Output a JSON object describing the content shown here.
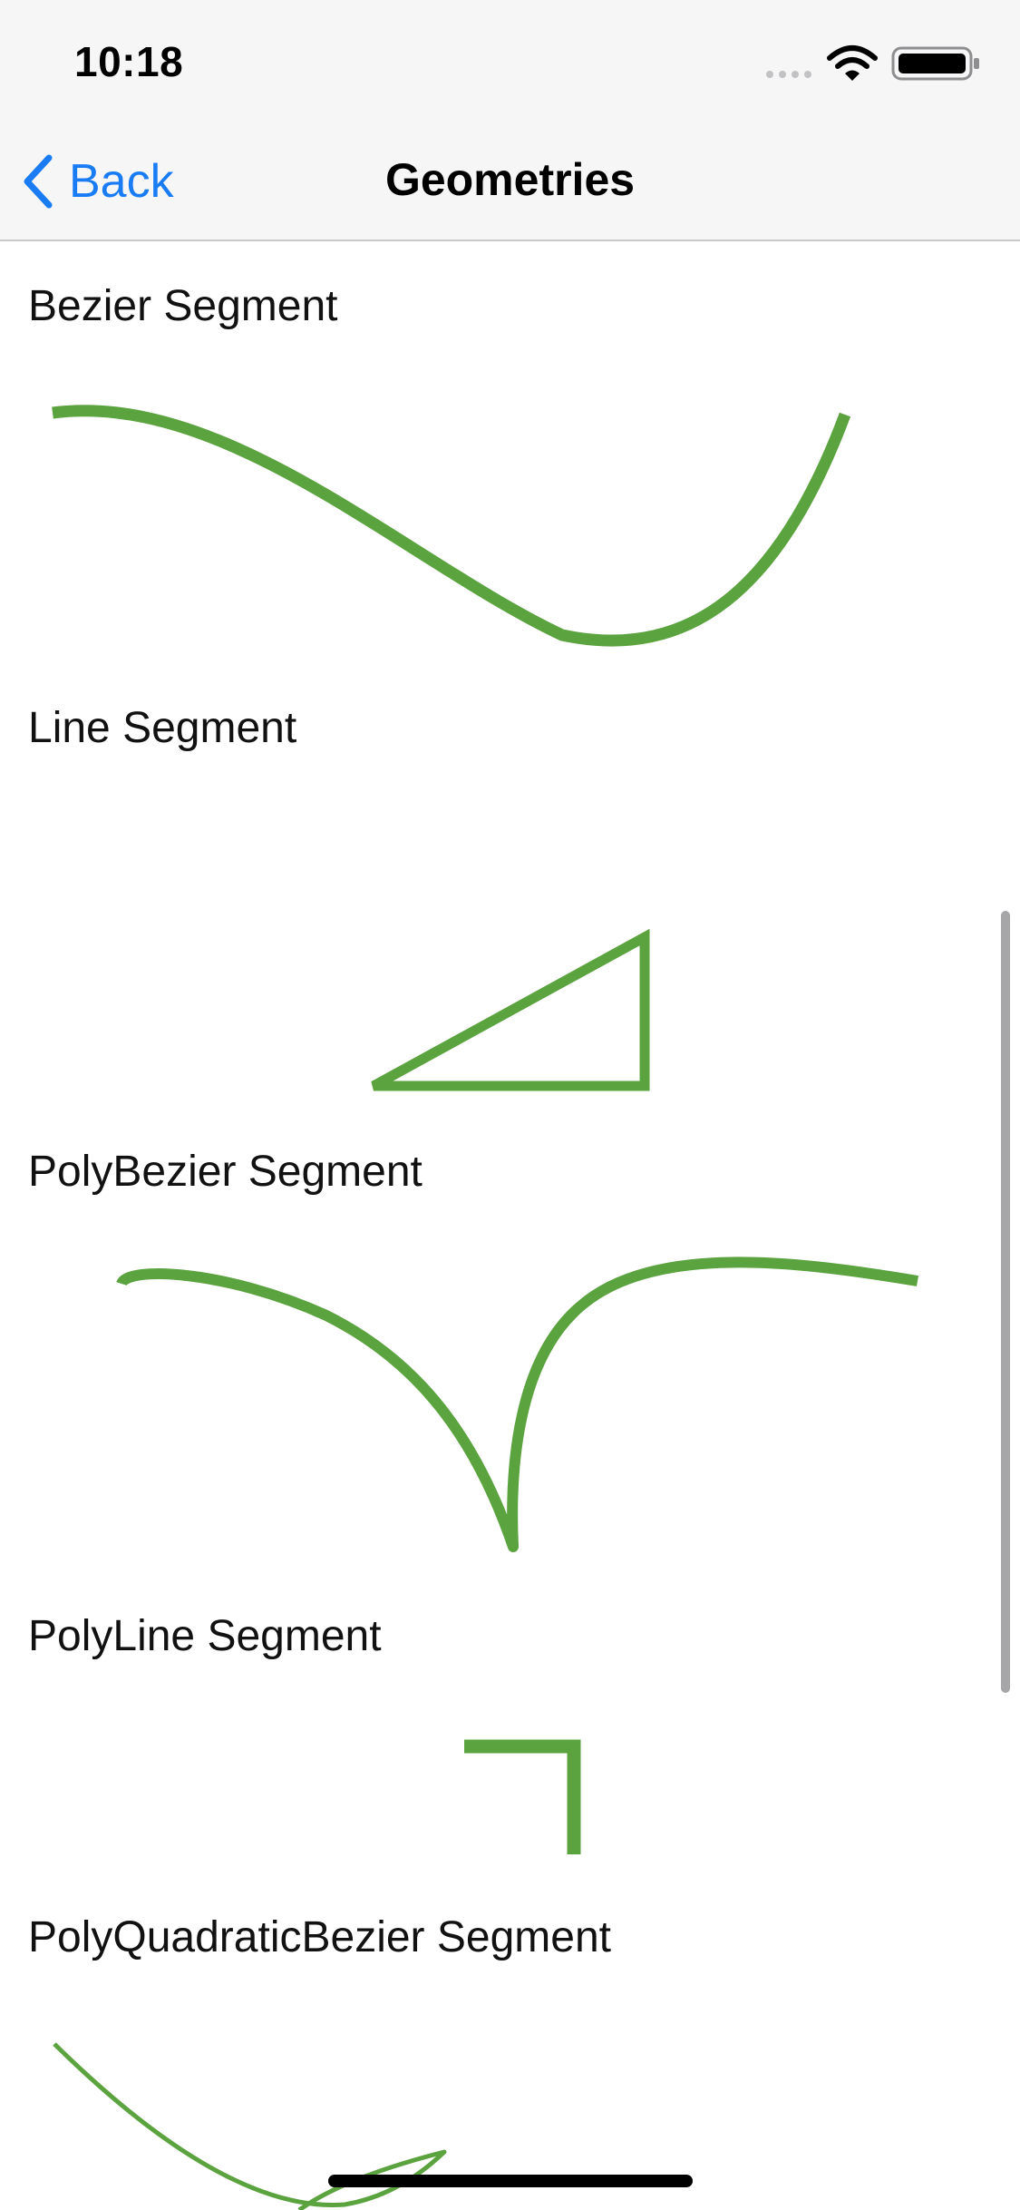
{
  "status_bar": {
    "time": "10:18"
  },
  "nav_bar": {
    "back_label": "Back",
    "title": "Geometries"
  },
  "sections": [
    {
      "title": "Bezier Segment"
    },
    {
      "title": "Line Segment"
    },
    {
      "title": "PolyBezier Segment"
    },
    {
      "title": "PolyLine Segment"
    },
    {
      "title": "PolyQuadraticBezier Segment"
    }
  ],
  "colors": {
    "accent": "#1a7cf5",
    "shape_stroke": "#5ba33f",
    "nav_background": "#f6f6f7"
  },
  "icons": {
    "back": "chevron-left-icon",
    "signal": "signal-icon",
    "wifi": "wifi-icon",
    "battery": "battery-icon"
  }
}
